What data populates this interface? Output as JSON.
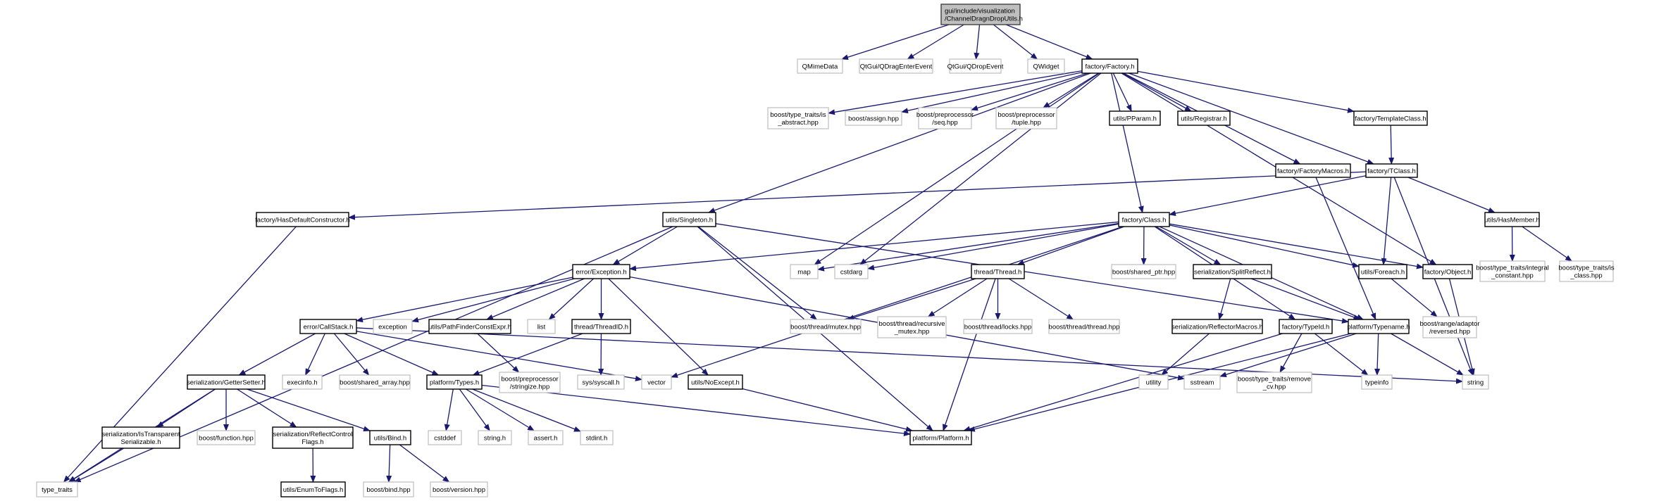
{
  "colors": {
    "edge": "#191970",
    "root_fill": "#bfbfbf",
    "root_border": "#404040",
    "documented_border": "#000000",
    "external_border": "#bfbfbf",
    "node_fill": "#ffffff"
  },
  "nodes": [
    {
      "id": "root",
      "kind": "root",
      "label": [
        "gui/include/visualization",
        "/ChannelDragnDropUtils.h"
      ]
    },
    {
      "id": "qmimedata",
      "kind": "external",
      "label": [
        "QMimeData"
      ]
    },
    {
      "id": "qdragenter",
      "kind": "external",
      "label": [
        "QtGui/QDragEnterEvent"
      ]
    },
    {
      "id": "qdrop",
      "kind": "external",
      "label": [
        "QtGui/QDropEvent"
      ]
    },
    {
      "id": "qwidget",
      "kind": "external",
      "label": [
        "QWidget"
      ]
    },
    {
      "id": "factory",
      "kind": "documented",
      "label": [
        "factory/Factory.h"
      ]
    },
    {
      "id": "is_abstract",
      "kind": "external",
      "label": [
        "boost/type_traits/is",
        "_abstract.hpp"
      ]
    },
    {
      "id": "assign",
      "kind": "external",
      "label": [
        "boost/assign.hpp"
      ]
    },
    {
      "id": "seq",
      "kind": "external",
      "label": [
        "boost/preprocessor",
        "/seq.hpp"
      ]
    },
    {
      "id": "tuple",
      "kind": "external",
      "label": [
        "boost/preprocessor",
        "/tuple.hpp"
      ]
    },
    {
      "id": "pparam",
      "kind": "documented",
      "label": [
        "utils/PParam.h"
      ]
    },
    {
      "id": "registrar",
      "kind": "documented",
      "label": [
        "utils/Registrar.h"
      ]
    },
    {
      "id": "templateclass",
      "kind": "documented",
      "label": [
        "factory/TemplateClass.h"
      ]
    },
    {
      "id": "factorymacros",
      "kind": "documented",
      "label": [
        "factory/FactoryMacros.h"
      ]
    },
    {
      "id": "tclass",
      "kind": "documented",
      "label": [
        "factory/TClass.h"
      ]
    },
    {
      "id": "hasdefault",
      "kind": "documented",
      "label": [
        "factory/HasDefaultConstructor.h"
      ]
    },
    {
      "id": "singleton",
      "kind": "documented",
      "label": [
        "utils/Singleton.h"
      ]
    },
    {
      "id": "class",
      "kind": "documented",
      "label": [
        "factory/Class.h"
      ]
    },
    {
      "id": "hasmember",
      "kind": "documented",
      "label": [
        "utils/HasMember.h"
      ]
    },
    {
      "id": "exception_h",
      "kind": "documented",
      "label": [
        "error/Exception.h"
      ]
    },
    {
      "id": "map",
      "kind": "external",
      "label": [
        "map"
      ]
    },
    {
      "id": "cstdarg",
      "kind": "external",
      "label": [
        "cstdarg"
      ]
    },
    {
      "id": "thread",
      "kind": "documented",
      "label": [
        "thread/Thread.h"
      ]
    },
    {
      "id": "shared_ptr",
      "kind": "external",
      "label": [
        "boost/shared_ptr.hpp"
      ]
    },
    {
      "id": "splitreflect",
      "kind": "documented",
      "label": [
        "serialization/SplitReflect.h"
      ]
    },
    {
      "id": "foreach",
      "kind": "documented",
      "label": [
        "utils/Foreach.h"
      ]
    },
    {
      "id": "object",
      "kind": "documented",
      "label": [
        "factory/Object.h"
      ]
    },
    {
      "id": "integral",
      "kind": "external",
      "label": [
        "boost/type_traits/integral",
        "_constant.hpp"
      ]
    },
    {
      "id": "is_class",
      "kind": "external",
      "label": [
        "boost/type_traits/is",
        "_class.hpp"
      ]
    },
    {
      "id": "callstack",
      "kind": "documented",
      "label": [
        "error/CallStack.h"
      ]
    },
    {
      "id": "exception",
      "kind": "external",
      "label": [
        "exception"
      ]
    },
    {
      "id": "pathfinder",
      "kind": "documented",
      "label": [
        "utils/PathFinderConstExpr.h"
      ]
    },
    {
      "id": "list",
      "kind": "external",
      "label": [
        "list"
      ]
    },
    {
      "id": "threadid",
      "kind": "documented",
      "label": [
        "thread/ThreadID.h"
      ]
    },
    {
      "id": "bmutex",
      "kind": "external",
      "label": [
        "boost/thread/mutex.hpp"
      ]
    },
    {
      "id": "brecursive",
      "kind": "external",
      "label": [
        "boost/thread/recursive",
        "_mutex.hpp"
      ]
    },
    {
      "id": "blocks",
      "kind": "external",
      "label": [
        "boost/thread/locks.hpp"
      ]
    },
    {
      "id": "bthread",
      "kind": "external",
      "label": [
        "boost/thread/thread.hpp"
      ]
    },
    {
      "id": "reflectormacros",
      "kind": "documented",
      "label": [
        "serialization/ReflectorMacros.h"
      ]
    },
    {
      "id": "typeid",
      "kind": "documented",
      "label": [
        "factory/TypeId.h"
      ]
    },
    {
      "id": "typename",
      "kind": "documented",
      "label": [
        "platform/Typename.h"
      ]
    },
    {
      "id": "reversed",
      "kind": "external",
      "label": [
        "boost/range/adaptor",
        "/reversed.hpp"
      ]
    },
    {
      "id": "getset",
      "kind": "documented",
      "label": [
        "serialization/GetterSetter.h"
      ]
    },
    {
      "id": "execinfo",
      "kind": "external",
      "label": [
        "execinfo.h"
      ]
    },
    {
      "id": "shared_array",
      "kind": "external",
      "label": [
        "boost/shared_array.hpp"
      ]
    },
    {
      "id": "types",
      "kind": "documented",
      "label": [
        "platform/Types.h"
      ]
    },
    {
      "id": "stringize",
      "kind": "external",
      "label": [
        "boost/preprocessor",
        "/stringize.hpp"
      ]
    },
    {
      "id": "syscall",
      "kind": "external",
      "label": [
        "sys/syscall.h"
      ]
    },
    {
      "id": "vector",
      "kind": "external",
      "label": [
        "vector"
      ]
    },
    {
      "id": "noexcept",
      "kind": "documented",
      "label": [
        "utils/NoExcept.h"
      ]
    },
    {
      "id": "utility",
      "kind": "external",
      "label": [
        "utility"
      ]
    },
    {
      "id": "sstream",
      "kind": "external",
      "label": [
        "sstream"
      ]
    },
    {
      "id": "remove_cv",
      "kind": "external",
      "label": [
        "boost/type_traits/remove",
        "_cv.hpp"
      ]
    },
    {
      "id": "typeinfo",
      "kind": "external",
      "label": [
        "typeinfo"
      ]
    },
    {
      "id": "string",
      "kind": "external",
      "label": [
        "string"
      ]
    },
    {
      "id": "istransparent",
      "kind": "documented",
      "label": [
        "serialization/IsTransparent",
        "Serializable.h"
      ]
    },
    {
      "id": "function",
      "kind": "external",
      "label": [
        "boost/function.hpp"
      ]
    },
    {
      "id": "reflectcontrol",
      "kind": "documented",
      "label": [
        "serialization/ReflectControl",
        "Flags.h"
      ]
    },
    {
      "id": "bind",
      "kind": "documented",
      "label": [
        "utils/Bind.h"
      ]
    },
    {
      "id": "cstddef",
      "kind": "external",
      "label": [
        "cstddef"
      ]
    },
    {
      "id": "stringh",
      "kind": "external",
      "label": [
        "string.h"
      ]
    },
    {
      "id": "asserth",
      "kind": "external",
      "label": [
        "assert.h"
      ]
    },
    {
      "id": "stdinth",
      "kind": "external",
      "label": [
        "stdint.h"
      ]
    },
    {
      "id": "platform",
      "kind": "documented",
      "label": [
        "platform/Platform.h"
      ]
    },
    {
      "id": "type_traits",
      "kind": "external",
      "label": [
        "type_traits"
      ]
    },
    {
      "id": "enumtoflags",
      "kind": "documented",
      "label": [
        "utils/EnumToFlags.h"
      ]
    },
    {
      "id": "bbind",
      "kind": "external",
      "label": [
        "boost/bind.hpp"
      ]
    },
    {
      "id": "bversion",
      "kind": "external",
      "label": [
        "boost/version.hpp"
      ]
    }
  ],
  "edges": [
    [
      "root",
      "qmimedata"
    ],
    [
      "root",
      "qdragenter"
    ],
    [
      "root",
      "qdrop"
    ],
    [
      "root",
      "qwidget"
    ],
    [
      "root",
      "factory"
    ],
    [
      "factory",
      "is_abstract"
    ],
    [
      "factory",
      "assign"
    ],
    [
      "factory",
      "seq"
    ],
    [
      "factory",
      "tuple"
    ],
    [
      "factory",
      "pparam"
    ],
    [
      "factory",
      "registrar"
    ],
    [
      "factory",
      "templateclass"
    ],
    [
      "factory",
      "tclass"
    ],
    [
      "factory",
      "factorymacros"
    ],
    [
      "factory",
      "class"
    ],
    [
      "factory",
      "singleton"
    ],
    [
      "factory",
      "map"
    ],
    [
      "factory",
      "cstdarg"
    ],
    [
      "factory",
      "object"
    ],
    [
      "templateclass",
      "tclass"
    ],
    [
      "tclass",
      "hasdefault"
    ],
    [
      "tclass",
      "class"
    ],
    [
      "tclass",
      "foreach"
    ],
    [
      "tclass",
      "hasmember"
    ],
    [
      "tclass",
      "string"
    ],
    [
      "hasmember",
      "integral"
    ],
    [
      "hasmember",
      "is_class"
    ],
    [
      "hasdefault",
      "type_traits"
    ],
    [
      "singleton",
      "type_traits"
    ],
    [
      "singleton",
      "exception_h"
    ],
    [
      "singleton",
      "bmutex"
    ],
    [
      "singleton",
      "platform"
    ],
    [
      "singleton",
      "typename"
    ],
    [
      "class",
      "exception_h"
    ],
    [
      "class",
      "map"
    ],
    [
      "class",
      "cstdarg"
    ],
    [
      "class",
      "thread"
    ],
    [
      "class",
      "shared_ptr"
    ],
    [
      "class",
      "splitreflect"
    ],
    [
      "class",
      "foreach"
    ],
    [
      "class",
      "object"
    ],
    [
      "class",
      "typename"
    ],
    [
      "class",
      "typeid"
    ],
    [
      "class",
      "vector"
    ],
    [
      "exception_h",
      "callstack"
    ],
    [
      "exception_h",
      "exception"
    ],
    [
      "exception_h",
      "pathfinder"
    ],
    [
      "exception_h",
      "list"
    ],
    [
      "exception_h",
      "threadid"
    ],
    [
      "exception_h",
      "noexcept"
    ],
    [
      "exception_h",
      "sstream"
    ],
    [
      "callstack",
      "getset"
    ],
    [
      "callstack",
      "execinfo"
    ],
    [
      "callstack",
      "shared_array"
    ],
    [
      "callstack",
      "types"
    ],
    [
      "callstack",
      "vector"
    ],
    [
      "callstack",
      "string"
    ],
    [
      "pathfinder",
      "stringize"
    ],
    [
      "threadid",
      "types"
    ],
    [
      "threadid",
      "syscall"
    ],
    [
      "noexcept",
      "platform"
    ],
    [
      "types",
      "cstddef"
    ],
    [
      "types",
      "stringh"
    ],
    [
      "types",
      "asserth"
    ],
    [
      "types",
      "stdinth"
    ],
    [
      "types",
      "platform"
    ],
    [
      "getset",
      "type_traits"
    ],
    [
      "getset",
      "istransparent"
    ],
    [
      "getset",
      "function"
    ],
    [
      "getset",
      "reflectcontrol"
    ],
    [
      "getset",
      "bind"
    ],
    [
      "istransparent",
      "type_traits"
    ],
    [
      "reflectcontrol",
      "enumtoflags"
    ],
    [
      "bind",
      "bbind"
    ],
    [
      "bind",
      "bversion"
    ],
    [
      "thread",
      "bmutex"
    ],
    [
      "thread",
      "brecursive"
    ],
    [
      "thread",
      "blocks"
    ],
    [
      "thread",
      "bthread"
    ],
    [
      "thread",
      "platform"
    ],
    [
      "splitreflect",
      "reflectormacros"
    ],
    [
      "splitreflect",
      "typename"
    ],
    [
      "reflectormacros",
      "utility"
    ],
    [
      "factorymacros",
      "typename"
    ],
    [
      "typeid",
      "remove_cv"
    ],
    [
      "typeid",
      "typeinfo"
    ],
    [
      "typeid",
      "platform"
    ],
    [
      "typename",
      "sstream"
    ],
    [
      "typename",
      "typeinfo"
    ],
    [
      "typename",
      "string"
    ],
    [
      "typename",
      "platform"
    ],
    [
      "foreach",
      "reversed"
    ],
    [
      "object",
      "string"
    ]
  ]
}
